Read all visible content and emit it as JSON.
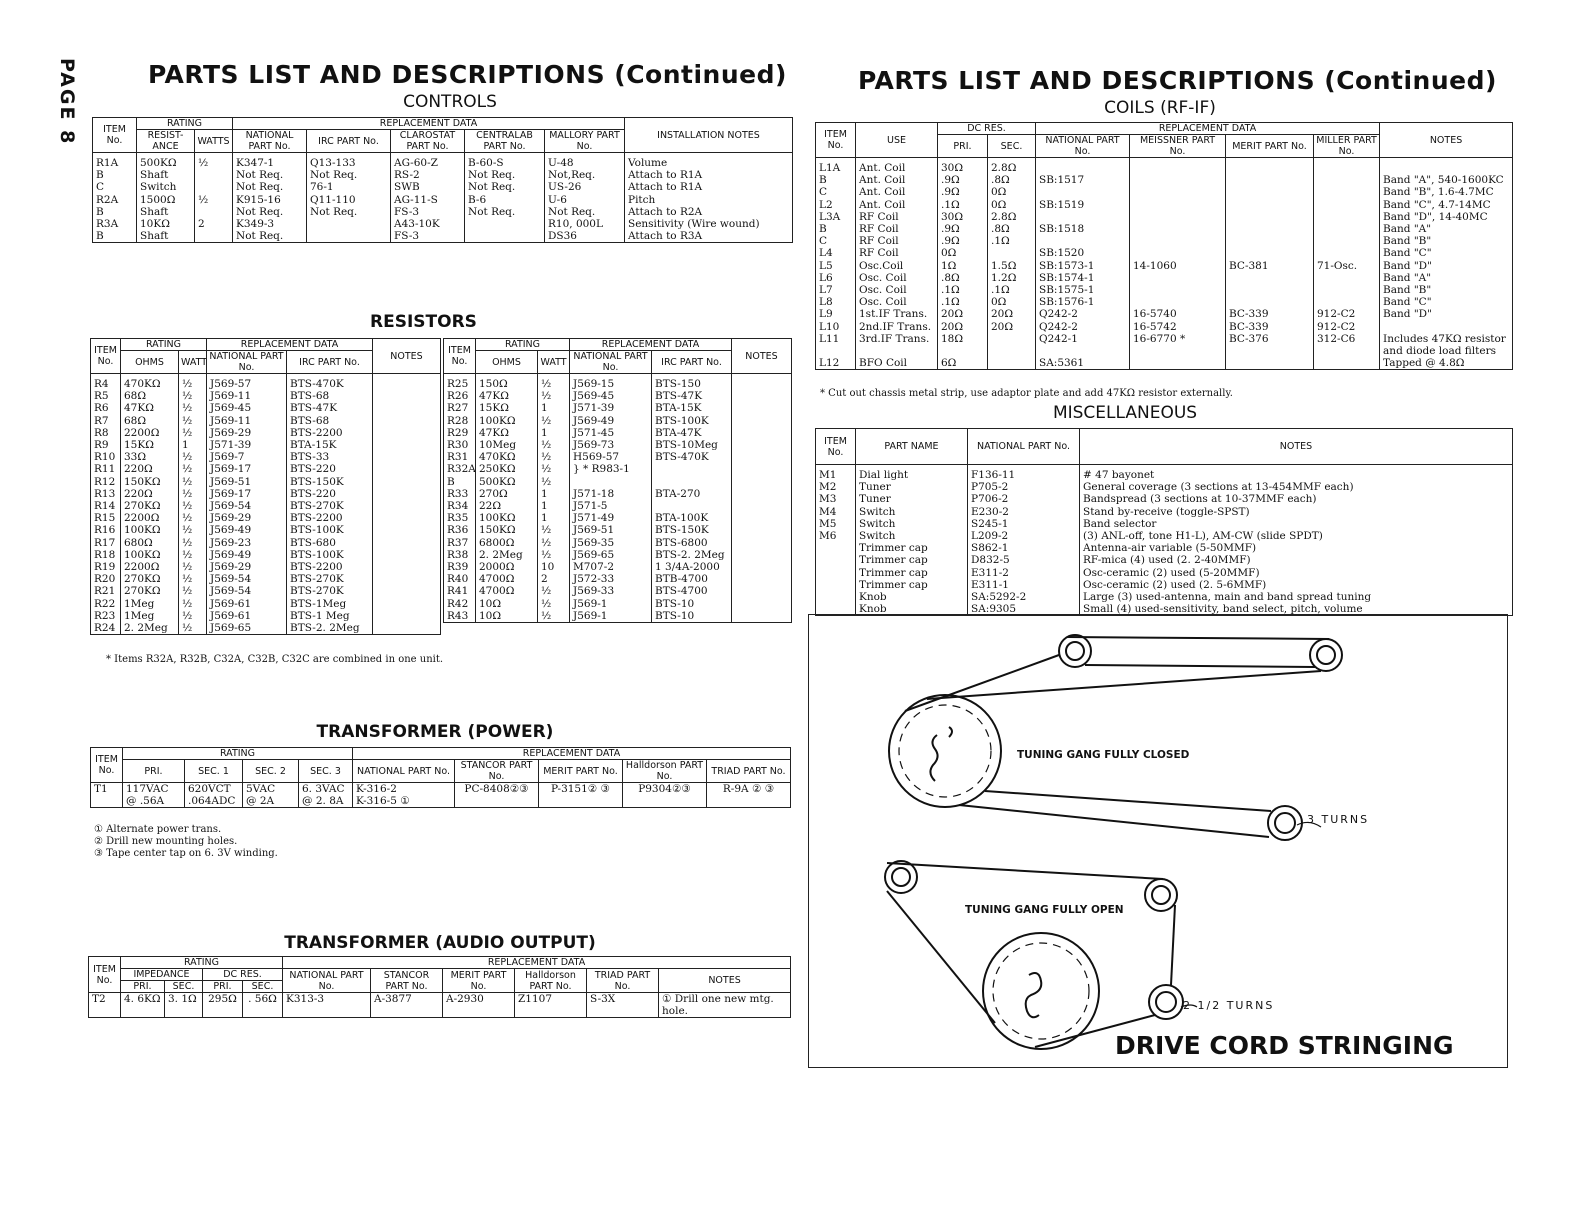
{
  "page_number": "PAGE 8",
  "left_title": "PARTS LIST AND DESCRIPTIONS (Continued)",
  "right_title": "PARTS LIST AND DESCRIPTIONS (Continued)",
  "controls": {
    "title": "CONTROLS",
    "headers": {
      "item": "ITEM No.",
      "rating": "RATING",
      "resistance": "RESIST-ANCE",
      "watts": "WATTS",
      "replacement": "REPLACEMENT DATA",
      "national": "NATIONAL PART No.",
      "irc": "IRC PART No.",
      "clarostat": "CLAROSTAT PART No.",
      "centralab": "CENTRALAB PART No.",
      "mallory": "MALLORY PART No.",
      "install": "INSTALLATION NOTES"
    },
    "rows": [
      [
        "R1A",
        "500KΩ",
        "½",
        "K347-1",
        "Q13-133",
        "AG-60-Z",
        "B-60-S",
        "U-48",
        "Volume"
      ],
      [
        "B",
        "Shaft",
        "",
        "Not Req.",
        "Not Req.",
        "RS-2",
        "Not Req.",
        "Not,Req.",
        "Attach to R1A"
      ],
      [
        "C",
        "Switch",
        "",
        "Not Req.",
        "76-1",
        "SWB",
        "Not Req.",
        "US-26",
        "Attach to R1A"
      ],
      [
        "R2A",
        "1500Ω",
        "½",
        "K915-16",
        "Q11-110",
        "AG-11-S",
        "B-6",
        "U-6",
        "Pitch"
      ],
      [
        "B",
        "Shaft",
        "",
        "Not Req.",
        "Not Req.",
        "FS-3",
        "Not Req.",
        "Not Req.",
        "Attach to R2A"
      ],
      [
        "R3A",
        "10KΩ",
        "2",
        "K349-3",
        "",
        "A43-10K",
        "",
        "R10, 000L",
        "Sensitivity (Wire wound)"
      ],
      [
        "B",
        "Shaft",
        "",
        "Not Req.",
        "",
        "FS-3",
        "",
        "DS36",
        "Attach to R3A"
      ]
    ]
  },
  "resistors": {
    "title": "RESISTORS",
    "headers": {
      "item": "ITEM No.",
      "rating": "RATING",
      "ohms": "OHMS",
      "watt": "WATT",
      "replacement": "REPLACEMENT DATA",
      "national": "NATIONAL PART No.",
      "irc": "IRC PART No.",
      "notes": "NOTES"
    },
    "left_rows": [
      [
        "R4",
        "470KΩ",
        "½",
        "J569-57",
        "BTS-470K"
      ],
      [
        "R5",
        "68Ω",
        "½",
        "J569-11",
        "BTS-68"
      ],
      [
        "R6",
        "47KΩ",
        "½",
        "J569-45",
        "BTS-47K"
      ],
      [
        "R7",
        "68Ω",
        "½",
        "J569-11",
        "BTS-68"
      ],
      [
        "R8",
        "2200Ω",
        "½",
        "J569-29",
        "BTS-2200"
      ],
      [
        "R9",
        "15KΩ",
        "1",
        "J571-39",
        "BTA-15K"
      ],
      [
        "R10",
        "33Ω",
        "½",
        "J569-7",
        "BTS-33"
      ],
      [
        "R11",
        "220Ω",
        "½",
        "J569-17",
        "BTS-220"
      ],
      [
        "R12",
        "150KΩ",
        "½",
        "J569-51",
        "BTS-150K"
      ],
      [
        "R13",
        "220Ω",
        "½",
        "J569-17",
        "BTS-220"
      ],
      [
        "R14",
        "270KΩ",
        "½",
        "J569-54",
        "BTS-270K"
      ],
      [
        "R15",
        "2200Ω",
        "½",
        "J569-29",
        "BTS-2200"
      ],
      [
        "R16",
        "100KΩ",
        "½",
        "J569-49",
        "BTS-100K"
      ],
      [
        "R17",
        "680Ω",
        "½",
        "J569-23",
        "BTS-680"
      ],
      [
        "R18",
        "100KΩ",
        "½",
        "J569-49",
        "BTS-100K"
      ],
      [
        "R19",
        "2200Ω",
        "½",
        "J569-29",
        "BTS-2200"
      ],
      [
        "R20",
        "270KΩ",
        "½",
        "J569-54",
        "BTS-270K"
      ],
      [
        "R21",
        "270KΩ",
        "½",
        "J569-54",
        "BTS-270K"
      ],
      [
        "R22",
        "1Meg",
        "½",
        "J569-61",
        "BTS-1Meg"
      ],
      [
        "R23",
        "1Meg",
        "½",
        "J569-61",
        "BTS-1 Meg"
      ],
      [
        "R24",
        "2. 2Meg",
        "½",
        "J569-65",
        "BTS-2. 2Meg"
      ]
    ],
    "right_rows": [
      [
        "R25",
        "150Ω",
        "½",
        "J569-15",
        "BTS-150"
      ],
      [
        "R26",
        "47KΩ",
        "½",
        "J569-45",
        "BTS-47K"
      ],
      [
        "R27",
        "15KΩ",
        "1",
        "J571-39",
        "BTA-15K"
      ],
      [
        "R28",
        "100KΩ",
        "½",
        "J569-49",
        "BTS-100K"
      ],
      [
        "R29",
        "47KΩ",
        "1",
        "J571-45",
        "BTA-47K"
      ],
      [
        "R30",
        "10Meg",
        "½",
        "J569-73",
        "BTS-10Meg"
      ],
      [
        "R31",
        "470KΩ",
        "½",
        "H569-57",
        "BTS-470K"
      ],
      [
        "R32A",
        "250KΩ",
        "½",
        "} * R983-1",
        ""
      ],
      [
        "B",
        "500KΩ",
        "½",
        "",
        ""
      ],
      [
        "R33",
        "270Ω",
        "1",
        "J571-18",
        "BTA-270"
      ],
      [
        "R34",
        "22Ω",
        "1",
        "J571-5",
        ""
      ],
      [
        "R35",
        "100KΩ",
        "1",
        "J571-49",
        "BTA-100K"
      ],
      [
        "R36",
        "150KΩ",
        "½",
        "J569-51",
        "BTS-150K"
      ],
      [
        "R37",
        "6800Ω",
        "½",
        "J569-35",
        "BTS-6800"
      ],
      [
        "R38",
        "2. 2Meg",
        "½",
        "J569-65",
        "BTS-2. 2Meg"
      ],
      [
        "R39",
        "2000Ω",
        "10",
        "M707-2",
        "1 3/4A-2000"
      ],
      [
        "R40",
        "4700Ω",
        "2",
        "J572-33",
        "BTB-4700"
      ],
      [
        "R41",
        "4700Ω",
        "½",
        "J569-33",
        "BTS-4700"
      ],
      [
        "R42",
        "10Ω",
        "½",
        "J569-1",
        "BTS-10"
      ],
      [
        "R43",
        "10Ω",
        "½",
        "J569-1",
        "BTS-10"
      ]
    ],
    "footnote": "* Items R32A, R32B, C32A, C32B, C32C are combined in one unit."
  },
  "transformer_power": {
    "title": "TRANSFORMER (POWER)",
    "headers": {
      "item": "ITEM No.",
      "rating": "RATING",
      "pri": "PRI.",
      "sec1": "SEC. 1",
      "sec2": "SEC. 2",
      "sec3": "SEC. 3",
      "replacement": "REPLACEMENT DATA",
      "national": "NATIONAL PART No.",
      "stancor": "STANCOR PART No.",
      "merit": "MERIT PART No.",
      "halldorson": "Halldorson PART No.",
      "triad": "TRIAD PART No."
    },
    "row": [
      "T1",
      "117VAC\n@ .56A",
      "620VCT\n.064ADC",
      "5VAC\n@ 2A",
      "6. 3VAC\n@ 2. 8A",
      "K-316-2\nK-316-5 ①",
      "PC-8408②③",
      "P-3151② ③",
      "P9304②③",
      "R-9A ② ③"
    ],
    "notes": [
      "① Alternate power trans.",
      "② Drill new mounting holes.",
      "③ Tape center tap on 6. 3V winding."
    ]
  },
  "transformer_audio": {
    "title": "TRANSFORMER (AUDIO OUTPUT)",
    "headers": {
      "item": "ITEM No.",
      "rating": "RATING",
      "impedance": "IMPEDANCE",
      "dcres": "DC RES.",
      "pri": "PRI.",
      "sec": "SEC.",
      "replacement": "REPLACEMENT DATA",
      "national": "NATIONAL PART No.",
      "stancor": "STANCOR PART No.",
      "merit": "MERIT PART No.",
      "halldorson": "Halldorson PART No.",
      "triad": "TRIAD PART No.",
      "notes": "NOTES"
    },
    "row": [
      "T2",
      "4. 6KΩ",
      "3. 1Ω",
      "295Ω",
      ". 56Ω",
      "K313-3",
      "A-3877",
      "A-2930",
      "Z1107",
      "S-3X",
      "① Drill one new mtg.\nhole."
    ]
  },
  "coils": {
    "title": "COILS (RF-IF)",
    "headers": {
      "item": "ITEM No.",
      "use": "USE",
      "dcres": "DC RES.",
      "pri": "PRI.",
      "sec": "SEC.",
      "replacement": "REPLACEMENT DATA",
      "national": "NATIONAL PART No.",
      "meissner": "MEISSNER PART No.",
      "merit": "MERIT PART No.",
      "miller": "MILLER PART No.",
      "notes": "NOTES"
    },
    "rows": [
      [
        "L1A",
        "Ant. Coil",
        "30Ω",
        "2.8Ω",
        "",
        "",
        "",
        "",
        ""
      ],
      [
        "B",
        "Ant. Coil",
        ".9Ω",
        ".8Ω",
        "SB:1517",
        "",
        "",
        "",
        "Band \"A\", 540-1600KC"
      ],
      [
        "C",
        "Ant. Coil",
        ".9Ω",
        "0Ω",
        "",
        "",
        "",
        "",
        "Band \"B\", 1.6-4.7MC"
      ],
      [
        "L2",
        "Ant. Coil",
        ".1Ω",
        "0Ω",
        "SB:1519",
        "",
        "",
        "",
        "Band \"C\", 4.7-14MC"
      ],
      [
        "L3A",
        "RF Coil",
        "30Ω",
        "2.8Ω",
        "",
        "",
        "",
        "",
        "Band \"D\", 14-40MC"
      ],
      [
        "B",
        "RF Coil",
        ".9Ω",
        ".8Ω",
        "SB:1518",
        "",
        "",
        "",
        "Band \"A\""
      ],
      [
        "C",
        "RF Coil",
        ".9Ω",
        ".1Ω",
        "",
        "",
        "",
        "",
        "Band \"B\""
      ],
      [
        "L4",
        "RF Coil",
        "0Ω",
        "",
        "SB:1520",
        "",
        "",
        "",
        "Band \"C\""
      ],
      [
        "L5",
        "Osc.Coil",
        "1Ω",
        "1.5Ω",
        "SB:1573-1",
        "14-1060",
        "BC-381",
        "71-Osc.",
        "Band \"D\""
      ],
      [
        "L6",
        "Osc. Coil",
        ".8Ω",
        "1.2Ω",
        "SB:1574-1",
        "",
        "",
        "",
        "Band \"A\""
      ],
      [
        "L7",
        "Osc. Coil",
        ".1Ω",
        ".1Ω",
        "SB:1575-1",
        "",
        "",
        "",
        "Band \"B\""
      ],
      [
        "L8",
        "Osc. Coil",
        ".1Ω",
        "0Ω",
        "SB:1576-1",
        "",
        "",
        "",
        "Band \"C\""
      ],
      [
        "L9",
        "1st.IF Trans.",
        "20Ω",
        "20Ω",
        "Q242-2",
        "16-5740",
        "BC-339",
        "912-C2",
        "Band \"D\""
      ],
      [
        "L10",
        "2nd.IF Trans.",
        "20Ω",
        "20Ω",
        "Q242-2",
        "16-5742",
        "BC-339",
        "912-C2",
        ""
      ],
      [
        "L11",
        "3rd.IF Trans.",
        "18Ω",
        "",
        "Q242-1",
        "16-6770 *",
        "BC-376",
        "312-C6",
        "Includes 47KΩ resistor"
      ],
      [
        "",
        "",
        "",
        "",
        "",
        "",
        "",
        "",
        "and diode load filters"
      ],
      [
        "L12",
        "BFO Coil",
        "6Ω",
        "",
        "SA:5361",
        "",
        "",
        "",
        "Tapped @ 4.8Ω"
      ]
    ],
    "footnote": "* Cut out chassis metal strip, use adaptor plate and add 47KΩ resistor externally."
  },
  "misc": {
    "title": "MISCELLANEOUS",
    "headers": {
      "item": "ITEM No.",
      "name": "PART NAME",
      "national": "NATIONAL PART No.",
      "notes": "NOTES"
    },
    "rows": [
      [
        "M1",
        "Dial light",
        "F136-11",
        "# 47 bayonet"
      ],
      [
        "M2",
        "Tuner",
        "P705-2",
        "General coverage (3 sections at 13-454MMF each)"
      ],
      [
        "M3",
        "Tuner",
        "P706-2",
        "Bandspread (3 sections at 10-37MMF each)"
      ],
      [
        "M4",
        "Switch",
        "E230-2",
        "Stand by-receive (toggle-SPST)"
      ],
      [
        "M5",
        "Switch",
        "S245-1",
        "Band selector"
      ],
      [
        "M6",
        "Switch",
        "L209-2",
        "(3) ANL-off, tone H1-L), AM-CW (slide SPDT)"
      ],
      [
        "",
        "Trimmer cap",
        "S862-1",
        "Antenna-air variable (5-50MMF)"
      ],
      [
        "",
        "Trimmer cap",
        "D832-5",
        "RF-mica (4) used (2. 2-40MMF)"
      ],
      [
        "",
        "Trimmer cap",
        "E311-2",
        "Osc-ceramic (2) used (5-20MMF)"
      ],
      [
        "",
        "Trimmer cap",
        "E311-1",
        "Osc-ceramic (2) used (2. 5-6MMF)"
      ],
      [
        "",
        "Knob",
        "SA:5292-2",
        "Large (3) used-antenna, main and band spread tuning"
      ],
      [
        "",
        "Knob",
        "SA:9305",
        "Small (4) used-sensitivity, band select, pitch, volume"
      ]
    ]
  },
  "drive_cord": {
    "closed_label": "TUNING GANG FULLY CLOSED",
    "open_label": "TUNING GANG FULLY OPEN",
    "turns_closed": "3 TURNS",
    "turns_open": "2 1/2 TURNS",
    "title": "DRIVE CORD STRINGING"
  }
}
